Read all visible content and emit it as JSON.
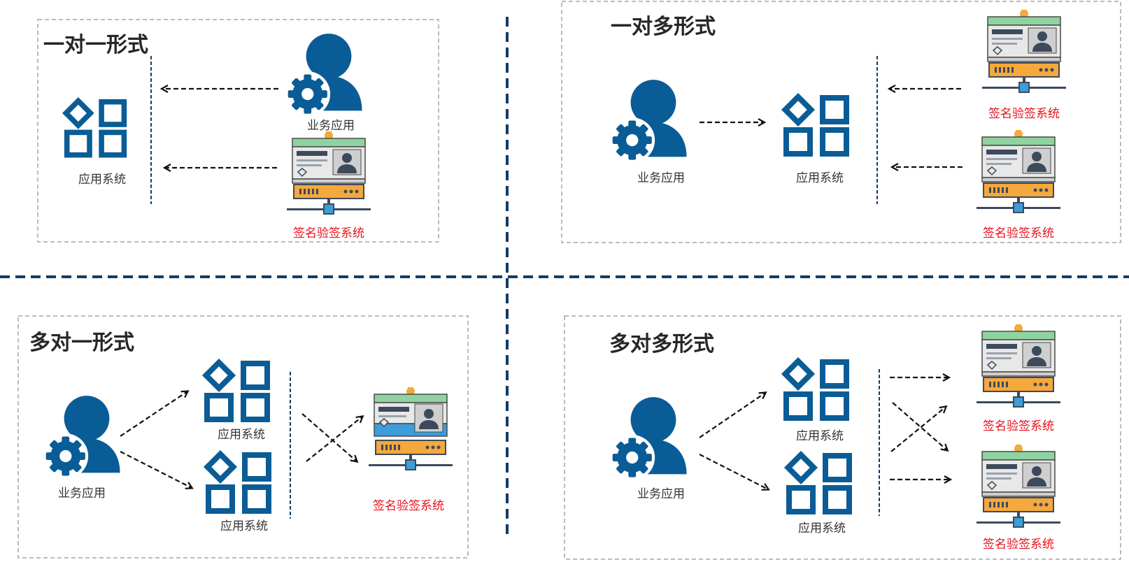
{
  "colors": {
    "primary_blue": "#0a5c96",
    "divider_blue": "#143c64",
    "server_label_red": "#e8101a",
    "box_border_gray": "#a6a6a6",
    "arrow_black": "#111111",
    "server_orange": "#f5a83c",
    "card_green": "#8fd3a0",
    "card_blue": "#3b9ddb"
  },
  "icons": {
    "user": "user-gear-icon",
    "apps": "app-grid-icon",
    "server": "signature-server-icon"
  },
  "quadrants": {
    "one_to_one": {
      "title": "一对一形式",
      "business_app_label": "业务应用",
      "signature_server_label": "签名验签系统",
      "app_system_label": "应用系统"
    },
    "one_to_many": {
      "title": "一对多形式",
      "business_app_label": "业务应用",
      "app_system_label": "应用系统",
      "server_1_label": "签名验签系统",
      "server_2_label": "签名验签系统"
    },
    "many_to_one": {
      "title": "多对一形式",
      "business_app_label": "业务应用",
      "app_system_1_label": "应用系统",
      "app_system_2_label": "应用系统",
      "signature_server_label": "签名验签系统"
    },
    "many_to_many": {
      "title": "多对多形式",
      "business_app_label": "业务应用",
      "app_system_1_label": "应用系统",
      "app_system_2_label": "应用系统",
      "server_1_label": "签名验签系统",
      "server_2_label": "签名验签系统"
    }
  }
}
